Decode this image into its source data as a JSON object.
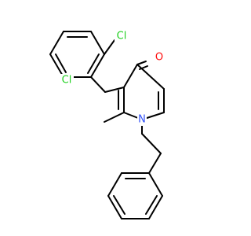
{
  "molecule": {
    "atoms": {
      "cl_top": {
        "symbol": "Cl",
        "color": "#1fd01f"
      },
      "cl_left": {
        "symbol": "Cl",
        "color": "#1fd01f"
      },
      "oxygen": {
        "symbol": "O",
        "color": "#ff0d0d"
      },
      "nitrogen": {
        "symbol": "N",
        "color": "#3050f8"
      }
    }
  }
}
